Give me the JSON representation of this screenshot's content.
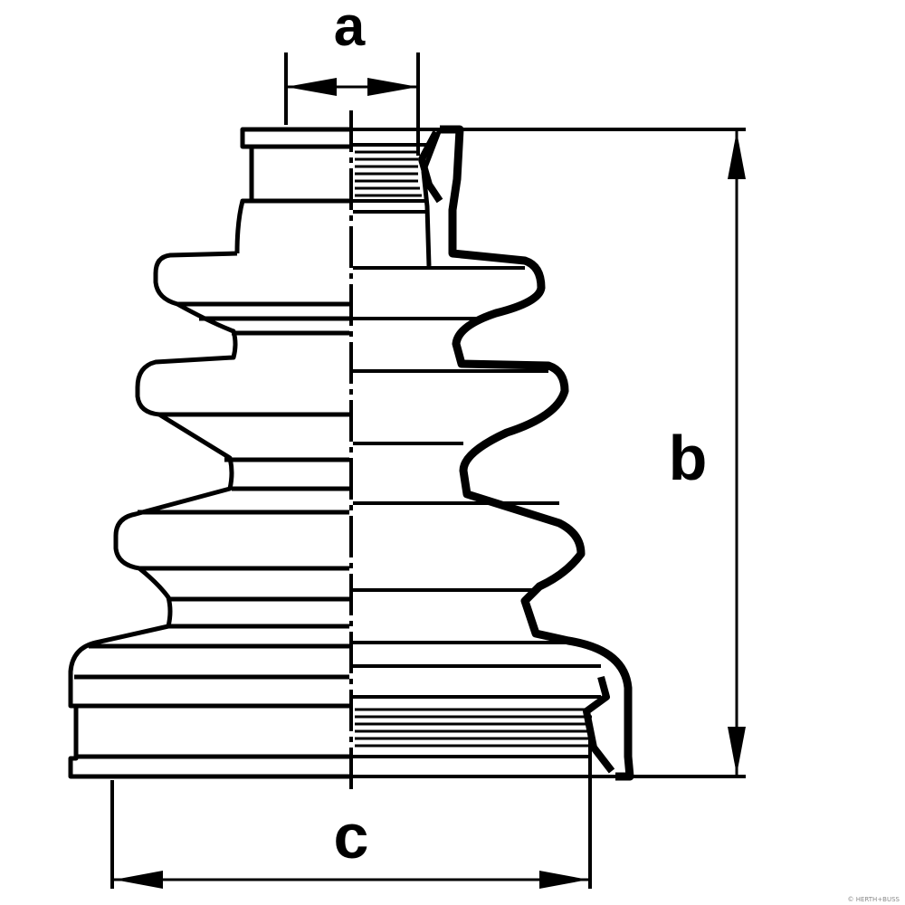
{
  "diagram": {
    "dimensions": [
      {
        "id": "a",
        "label": "a"
      },
      {
        "id": "b",
        "label": "b"
      },
      {
        "id": "c",
        "label": "c"
      }
    ],
    "watermark": "© HERTH+BUSS",
    "colors": {
      "stroke": "#000000",
      "fill": "#ffffff"
    }
  }
}
